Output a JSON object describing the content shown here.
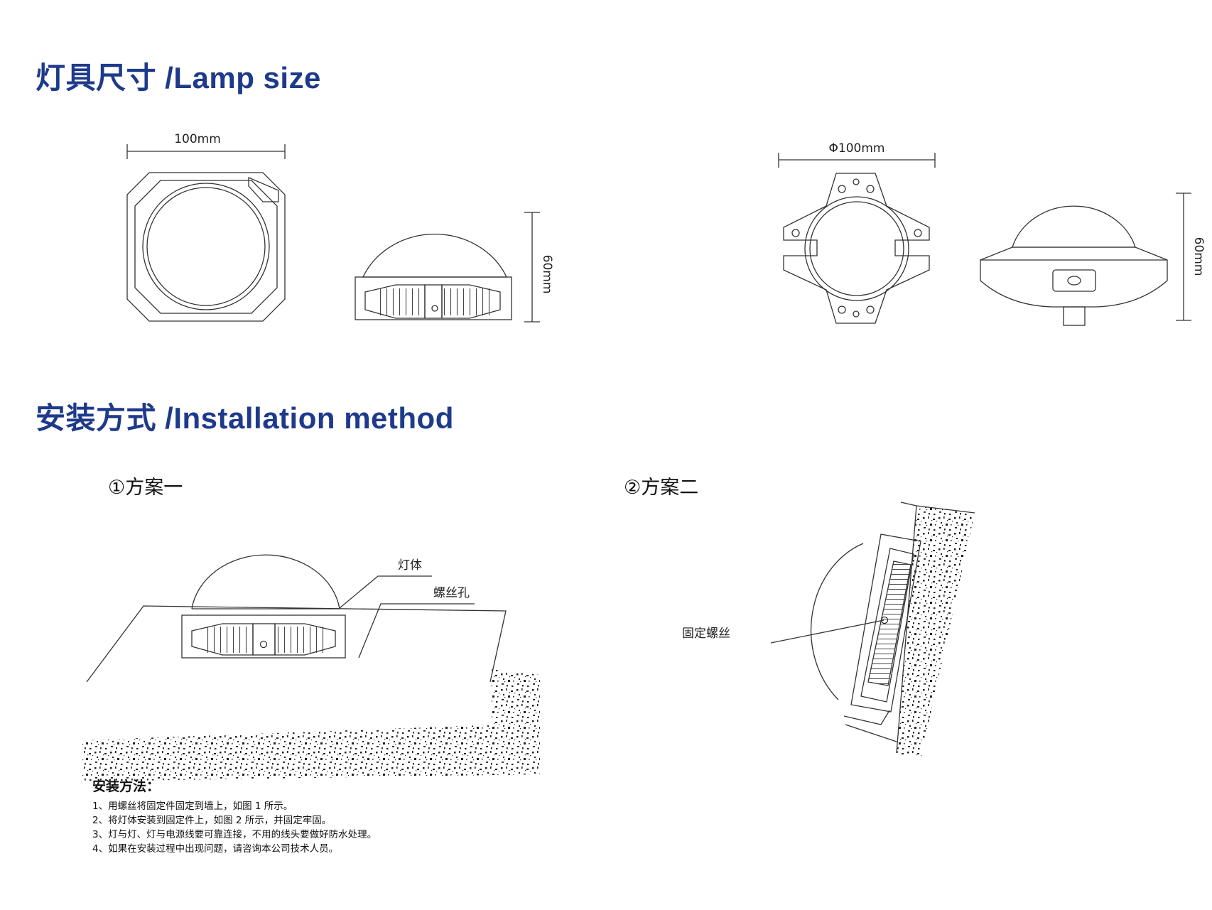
{
  "lamp_size": {
    "title": "灯具尺寸 /Lamp size",
    "square_model": {
      "width_label": "100mm",
      "height_label": "60mm"
    },
    "round_model": {
      "diameter_label": "Φ100mm",
      "height_label": "60mm"
    }
  },
  "installation": {
    "title": "安装方式 /Installation method",
    "scheme1": {
      "label": "①方案一",
      "callout_body": "灯体",
      "callout_hole": "螺丝孔"
    },
    "scheme2": {
      "label": "②方案二",
      "callout_screw": "固定螺丝"
    },
    "method": {
      "heading": "安装方法：",
      "steps": [
        "1、用螺丝将固定件固定到墙上，如图 1 所示。",
        "2、将灯体安装到固定件上，如图 2 所示，并固定牢固。",
        "3、灯与灯、灯与电源线要可靠连接，不用的线头要做好防水处理。",
        "4、如果在安装过程中出现问题，请咨询本公司技术人员。"
      ]
    }
  },
  "colors": {
    "title": "#1e3a8a",
    "line": "#333333"
  }
}
